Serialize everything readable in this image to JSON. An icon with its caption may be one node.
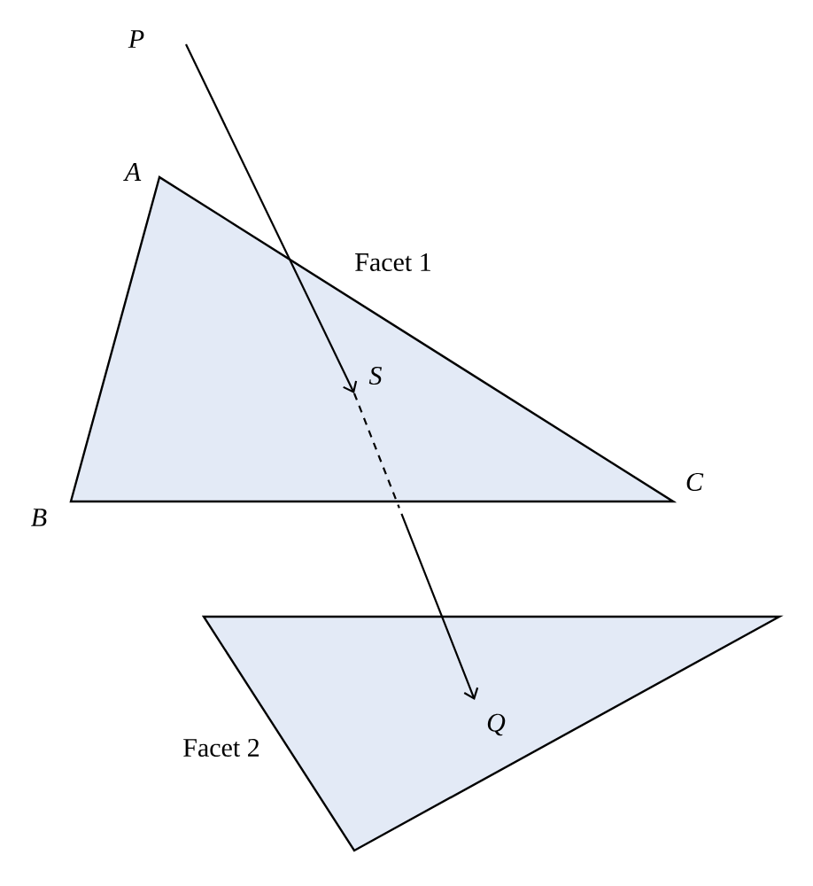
{
  "diagram": {
    "nodes": [
      {
        "text": [],
        "shape": "triangle",
        "beside": [
          "Facet 1"
        ]
      },
      {
        "text": [],
        "shape": "triangle",
        "beside": [
          "Facet 2"
        ]
      },
      {
        "text": [
          "P"
        ]
      },
      {
        "text": [
          "S"
        ],
        "in": 0
      },
      {
        "text": [
          "Q"
        ],
        "in": 1
      }
    ],
    "edges": [
      {
        "from": 2,
        "to": 3,
        "arrow": "to"
      },
      {
        "from": 3,
        "to": 4,
        "arrow": "to",
        "style": "dashed"
      }
    ],
    "labels": [
      "A",
      "B",
      "C"
    ]
  }
}
